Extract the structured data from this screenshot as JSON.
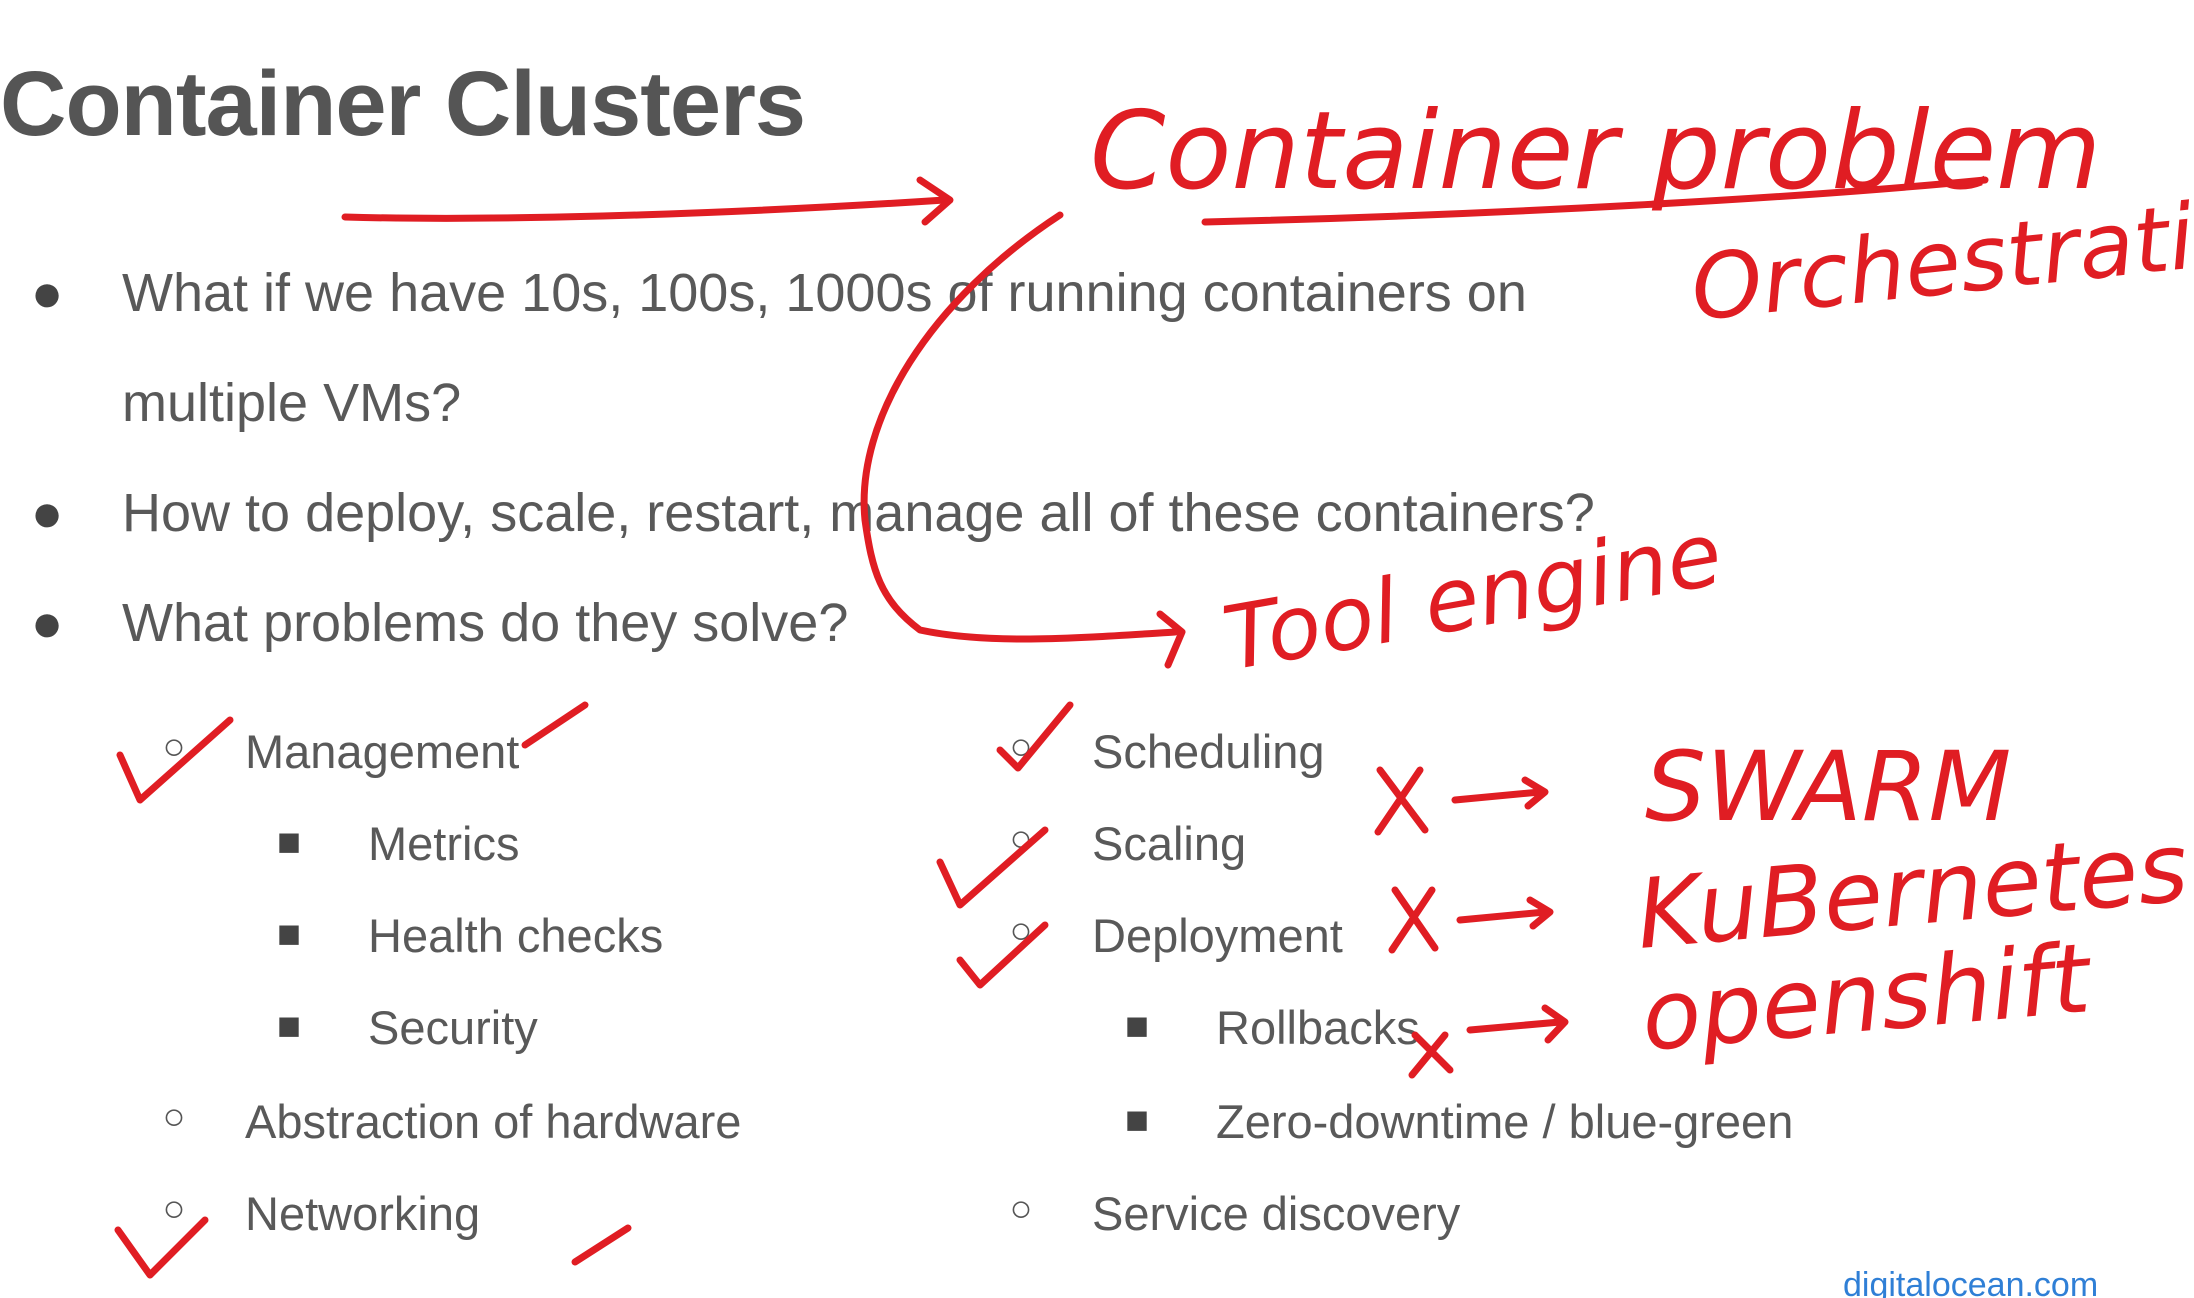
{
  "slide": {
    "title": "Container Clusters",
    "bullets": [
      {
        "text": "What if we have 10s, 100s, 1000s of running containers on"
      },
      {
        "text": "multiple VMs?"
      },
      {
        "text": "How to deploy, scale, restart, manage all of these containers?"
      },
      {
        "text": "What problems do they solve?"
      }
    ],
    "left_column": {
      "items": [
        {
          "label": "Management"
        },
        {
          "label": "Metrics"
        },
        {
          "label": "Health checks"
        },
        {
          "label": "Security"
        },
        {
          "label": "Abstraction of hardware"
        },
        {
          "label": "Networking"
        }
      ]
    },
    "right_column": {
      "items": [
        {
          "label": "Scheduling"
        },
        {
          "label": "Scaling"
        },
        {
          "label": "Deployment"
        },
        {
          "label": "Rollbacks"
        },
        {
          "label": "Zero-downtime / blue-green"
        },
        {
          "label": "Service discovery"
        }
      ]
    },
    "markers": {
      "level1": "●",
      "level2": "○",
      "level3": "■"
    },
    "footer_link": "digitalocean.com"
  },
  "annotations": {
    "ink_color": "#e01d23",
    "handwritten": {
      "container_problem": "Container problem",
      "orchestration": "Orchestration",
      "tool_engine": "Tool engine",
      "swarm": "SWARM",
      "kubernetes": "KuBernetes",
      "openshift": "openshift"
    }
  },
  "colors": {
    "title": "#555555",
    "body_text": "#595959",
    "link": "#2f7fd6"
  }
}
